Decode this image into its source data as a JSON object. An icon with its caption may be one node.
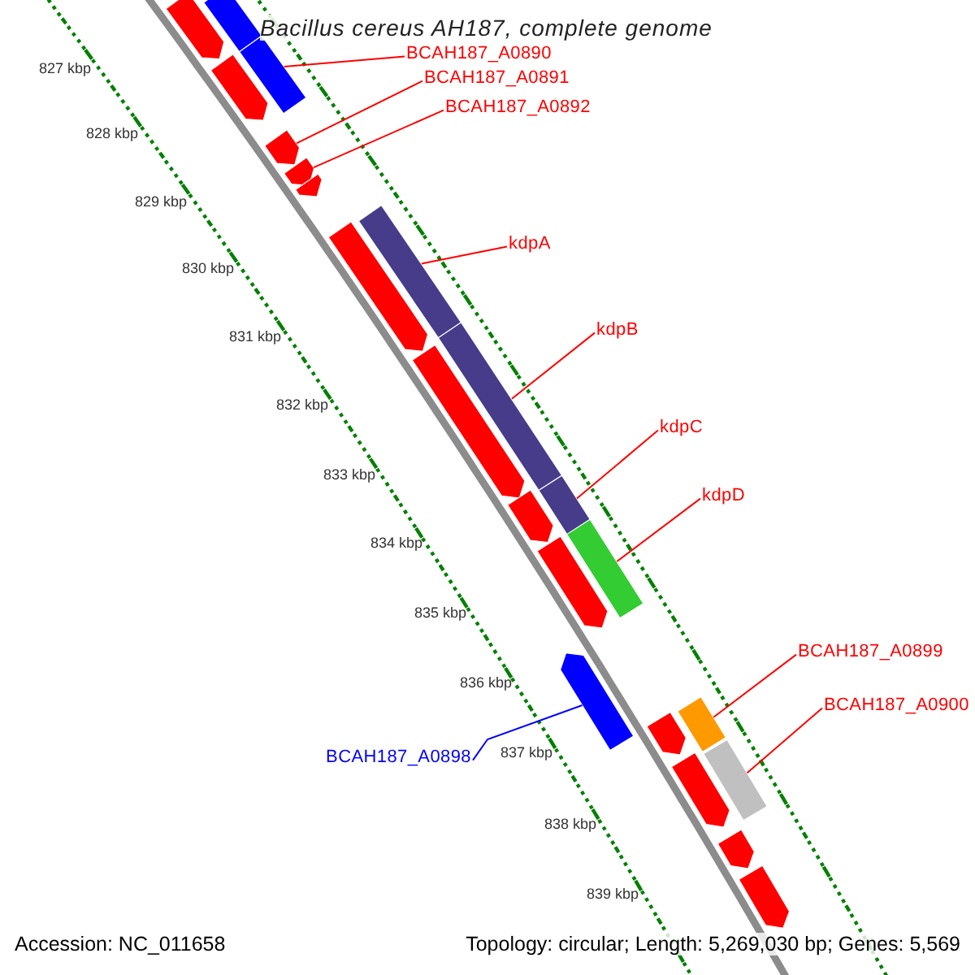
{
  "diagram": {
    "title": "Bacillus cereus AH187, complete genome",
    "nodes": [
      {
        "text": [
          "BCAH187_A0890"
        ]
      },
      {
        "text": [
          "BCAH187_A0891"
        ]
      },
      {
        "text": [
          "BCAH187_A0892"
        ]
      },
      {
        "text": [
          "kdpA"
        ]
      },
      {
        "text": [
          "kdpB"
        ]
      },
      {
        "text": [
          "kdpC"
        ]
      },
      {
        "text": [
          "kdpD"
        ]
      },
      {
        "text": [
          "BCAH187_A0899"
        ]
      },
      {
        "text": [
          "BCAH187_A0900"
        ]
      },
      {
        "text": [
          "BCAH187_A0898"
        ]
      },
      {
        "text": [],
        "shape": "arrow"
      },
      {
        "text": [],
        "shape": "bar"
      },
      {
        "text": [],
        "shape": "arrow"
      },
      {
        "text": [],
        "shape": "bar"
      },
      {
        "text": [],
        "shape": "arrow"
      },
      {
        "text": [],
        "shape": "arrow"
      },
      {
        "text": [],
        "shape": "arrow"
      },
      {
        "text": [],
        "shape": "bar"
      },
      {
        "text": [],
        "shape": "arrow"
      },
      {
        "text": [],
        "shape": "bar"
      },
      {
        "text": [],
        "shape": "arrow"
      },
      {
        "text": [],
        "shape": "bar"
      },
      {
        "text": [],
        "shape": "arrow"
      },
      {
        "text": [],
        "shape": "bar"
      },
      {
        "text": [],
        "shape": "arrow"
      },
      {
        "text": [],
        "shape": "arrow"
      },
      {
        "text": [],
        "shape": "bar"
      },
      {
        "text": [],
        "shape": "arrow"
      },
      {
        "text": [],
        "shape": "bar"
      },
      {
        "text": [],
        "shape": "arrow"
      },
      {
        "text": [],
        "shape": "arrow"
      },
      {
        "text": [],
        "shape": "arrow"
      }
    ],
    "edges": [
      {
        "from": 0,
        "to": 13,
        "arrow": "none"
      },
      {
        "from": 1,
        "to": 14,
        "arrow": "none"
      },
      {
        "from": 2,
        "to": 15,
        "arrow": "none"
      },
      {
        "from": 3,
        "to": 17,
        "arrow": "none"
      },
      {
        "from": 4,
        "to": 19,
        "arrow": "none"
      },
      {
        "from": 5,
        "to": 21,
        "arrow": "none"
      },
      {
        "from": 6,
        "to": 23,
        "arrow": "none"
      },
      {
        "from": 7,
        "to": 26,
        "arrow": "none"
      },
      {
        "from": 8,
        "to": 28,
        "arrow": "none"
      },
      {
        "from": 9,
        "to": 25,
        "arrow": "none",
        "color": "#0000ff"
      }
    ],
    "labels": [
      "827 kbp",
      "828 kbp",
      "829 kbp",
      "830 kbp",
      "831 kbp",
      "832 kbp",
      "833 kbp",
      "834 kbp",
      "835 kbp",
      "836 kbp",
      "837 kbp",
      "838 kbp",
      "839 kbp",
      "Accession: NC_011658",
      "Topology: circular; Length: 5,269,030 bp; Genes: 5,569"
    ]
  }
}
